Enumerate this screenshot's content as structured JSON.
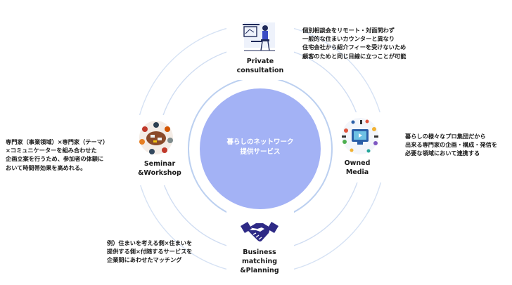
{
  "center": {
    "line1": "暮らしのネットワーク",
    "line2": "提供サービス"
  },
  "nodes": {
    "private": {
      "line1": "Private",
      "line2": "consultation",
      "desc": [
        "個別相談会をリモート・対面問わず",
        "一般的な住まいカウンターと異なり",
        "住宅会社から紹介フィーを受けないため",
        "顧客のためと同じ目線に立つことが可能"
      ]
    },
    "owned": {
      "line1": "Owned",
      "line2": "Media",
      "desc": [
        "暮らしの様々なプロ集団だから",
        "出来る専門家の企画・構成・発信を",
        "必要な領域において連携する"
      ]
    },
    "seminar": {
      "line1": "Seminar",
      "line2": "&Workshop",
      "desc": [
        "専門家（事業領域）×専門家（テーマ）",
        "×コミュニケーターを組み合わせた",
        "企画立案を行うため、参加者の体験に",
        "おいて時間帯効果を高めれる。"
      ]
    },
    "business": {
      "line1": "Business",
      "line2": "matching",
      "line3": "&Planning",
      "desc": [
        "例）住まいを考える側×住まいを",
        "提供する側×付随するサービスを",
        "企業間にあわせたマッチング"
      ]
    }
  },
  "colors": {
    "center_fill": "#a3b2f5",
    "ring": "#cfdcf1",
    "ring_inner": "#b6c9ef",
    "handshake": "#2e2a86"
  }
}
